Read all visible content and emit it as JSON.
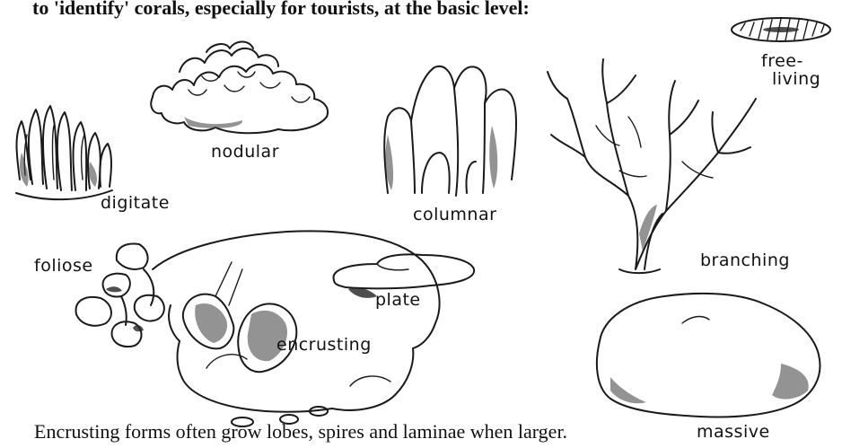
{
  "header": {
    "title": "to 'identify' corals, especially for tourists, at the basic level:"
  },
  "labels": {
    "digitate": "digitate",
    "nodular": "nodular",
    "columnar": "columnar",
    "branching": "branching",
    "free_living_1": "free-",
    "free_living_2": "living",
    "foliose": "foliose",
    "plate": "plate",
    "encrusting": "encrusting",
    "massive": "massive"
  },
  "caption": "Encrusting forms often grow lobes, spires and laminae when larger."
}
